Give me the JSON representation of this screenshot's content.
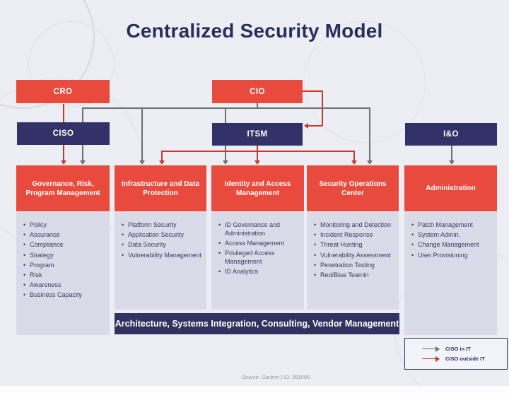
{
  "title": "Centralized Security Model",
  "org": {
    "cro": "CRO",
    "cio": "CIO",
    "ciso": "CISO",
    "itsm": "ITSM",
    "io": "I&O"
  },
  "columns": [
    {
      "header": "Governance, Risk, Program Management",
      "items": [
        "Policy",
        "Assurance",
        "Compliance",
        "Strategy",
        "Program",
        "Risk",
        "Awareness",
        "Business Capacity"
      ]
    },
    {
      "header": "Infrastructure and Data Protection",
      "items": [
        "Platform Security",
        "Application Security",
        "Data Security",
        "Vulnerability Management"
      ]
    },
    {
      "header": "Identity and Access Management",
      "items": [
        "ID Governance and Administration",
        "Access Management",
        "Privileged Access Management",
        "ID Analytics"
      ]
    },
    {
      "header": "Security Operations Center",
      "items": [
        "Monitoring and Detection",
        "Incident Response",
        "Threat Hunting",
        "Vulnerability Assessment",
        "Penetration Testing",
        "Red/Blue Teamin"
      ]
    },
    {
      "header": "Administration",
      "items": [
        "Patch Management",
        "System Admin.",
        "Change Management",
        "User Provisioning"
      ]
    }
  ],
  "bottom_bar": "Architecture, Systems Integration, Consulting, Vendor Management",
  "legend": {
    "in_it": "CISO in IT",
    "outside_it": "CISO outside IT"
  },
  "source": "Source: Gartner | ID: 381600",
  "colors": {
    "red_box": "#E84B3E",
    "navy_box": "#333268",
    "lavender_body": "#DADBE9",
    "background": "#EDEEF4",
    "gray_line": "#6F7077",
    "red_line": "#C8392B",
    "title_text": "#2B2D5C"
  }
}
